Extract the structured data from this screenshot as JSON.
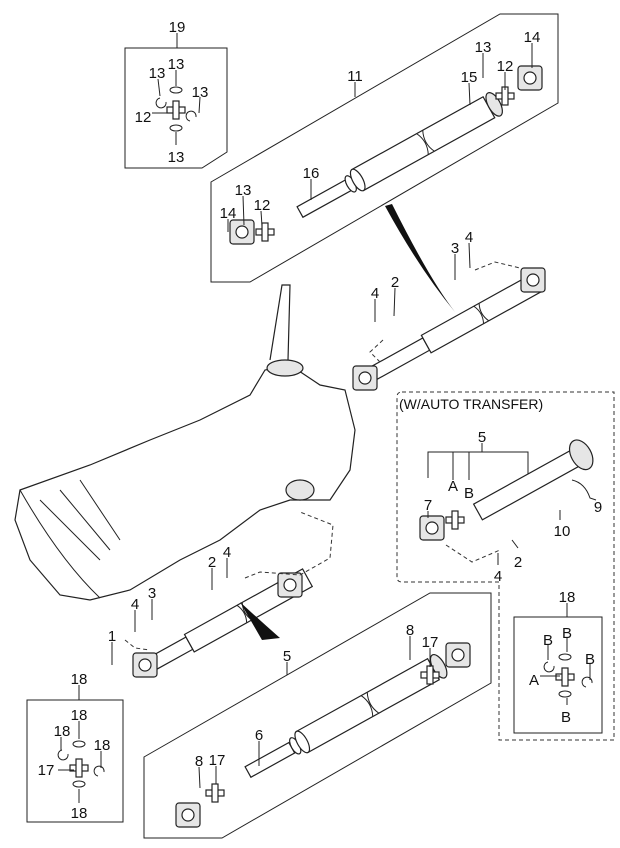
{
  "diagram": {
    "note": "(W/AUTO TRANSFER)",
    "callouts": {
      "kit19": "19",
      "k19_13a": "13",
      "k19_13b": "13",
      "k19_13c": "13",
      "k19_12": "12",
      "k19_13d": "13",
      "shaft11": "11",
      "s11_13a": "13",
      "s11_14a": "14",
      "s11_15": "15",
      "s11_12a": "12",
      "s11_16": "16",
      "s11_13b": "13",
      "s11_12b": "12",
      "s11_14b": "14",
      "rear_3": "3",
      "rear_4a": "4",
      "rear_2": "2",
      "rear_4b": "4",
      "auto_5": "5",
      "auto_7": "7",
      "auto_A": "A",
      "auto_B": "B",
      "auto_9": "9",
      "auto_10": "10",
      "auto_4": "4",
      "auto_2": "2",
      "kit18r": "18",
      "k18r_B1": "B",
      "k18r_B2": "B",
      "k18r_B3": "B",
      "k18r_A": "A",
      "k18r_B4": "B",
      "front_2": "2",
      "front_4a": "4",
      "front_4b": "4",
      "front_3": "3",
      "front_1": "1",
      "shaft5": "5",
      "s5_8a": "8",
      "s5_17a": "17",
      "s5_6": "6",
      "s5_8b": "8",
      "s5_17b": "17",
      "kit18l": "18",
      "k18l_18a": "18",
      "k18l_18b": "18",
      "k18l_18c": "18",
      "k18l_17": "17",
      "k18l_18d": "18"
    }
  }
}
